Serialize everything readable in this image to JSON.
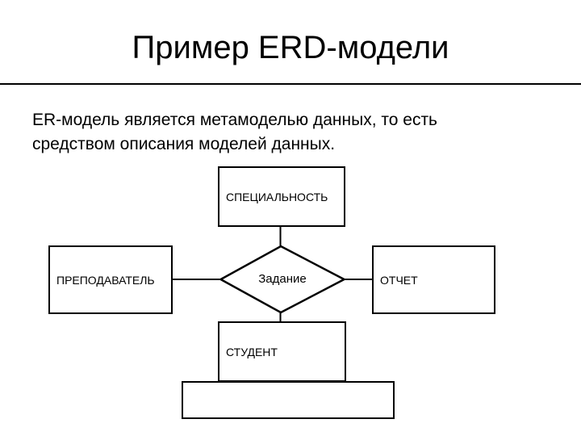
{
  "slide": {
    "title": "Пример ERD-модели",
    "body_lines": [
      "ER-модель является метамоделью данных, то есть",
      "средством описания моделей данных."
    ]
  },
  "diagram": {
    "relationship": {
      "label": "Задание",
      "shape": "diamond"
    },
    "entities": {
      "specialty": {
        "label": "СПЕЦИАЛЬНОСТЬ"
      },
      "teacher": {
        "label": "ПРЕПОДАВАТЕЛЬ"
      },
      "report": {
        "label": "ОТЧЕТ"
      },
      "student": {
        "label": "СТУДЕНТ"
      },
      "extra": {
        "label": ""
      }
    },
    "connections": [
      "specialty-task",
      "teacher-task",
      "task-report",
      "task-student"
    ]
  },
  "colors": {
    "background": "#ffffff",
    "line": "#000000",
    "text": "#000000"
  }
}
